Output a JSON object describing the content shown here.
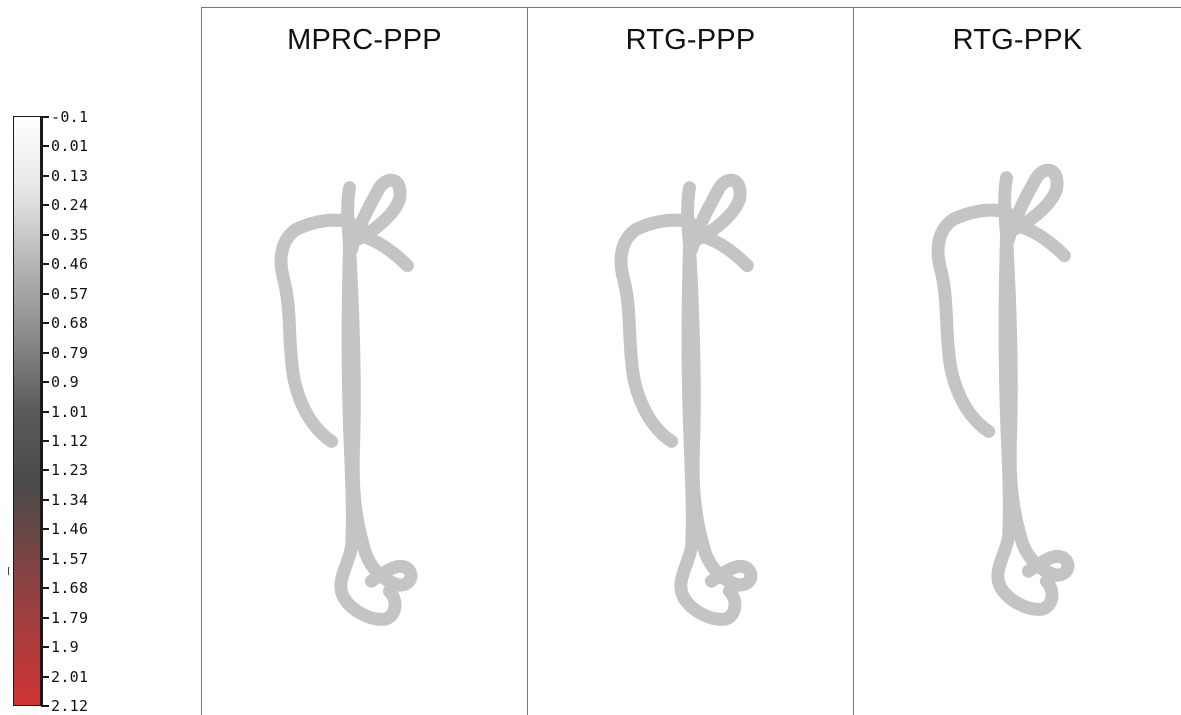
{
  "legend": {
    "ticks": [
      "-0.1",
      "0.01",
      "0.13",
      "0.24",
      "0.35",
      "0.46",
      "0.57",
      "0.68",
      "0.79",
      "0.9",
      "1.01",
      "1.12",
      "1.23",
      "1.34",
      "1.46",
      "1.57",
      "1.68",
      "1.79",
      "1.9",
      "2.01",
      "2.12"
    ],
    "colors": [
      "#ffffff",
      "#e6e6e6",
      "#b5b5b5",
      "#8a8a8a",
      "#5a5a5a",
      "#4a4a4a",
      "#7a4444",
      "#a83c3c",
      "#cf3434"
    ]
  },
  "panels": [
    {
      "title": "MPRC-PPP"
    },
    {
      "title": "RTG-PPP"
    },
    {
      "title": "RTG-PPK"
    }
  ],
  "track": {
    "color": "#c4c4c4"
  }
}
